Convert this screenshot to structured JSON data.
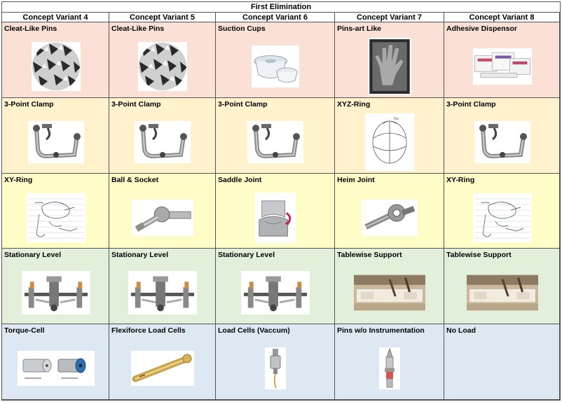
{
  "title": "First Elimination",
  "columns": [
    "Concept Variant 4",
    "Concept Variant 5",
    "Concept Variant 6",
    "Concept Variant 7",
    "Concept Variant 8"
  ],
  "row_colors": [
    "#fbe0d6",
    "#fff2cc",
    "#fefdc8",
    "#e2efda",
    "#dde8f3"
  ],
  "rows": [
    [
      "Cleat-Like Pins",
      "Cleat-Like Pins",
      "Suction Cups",
      "Pins-art Like",
      "Adhesive Dispensor"
    ],
    [
      "3-Point Clamp",
      "3-Point Clamp",
      "3-Point Clamp",
      "XYZ-Ring",
      "3-Point Clamp"
    ],
    [
      "XY-Ring",
      "Ball & Socket",
      "Saddle Joint",
      "Heim Joint",
      "XY-Ring"
    ],
    [
      "Stationary Level",
      "Stationary Level",
      "Stationary Level",
      "Tablewise Support",
      "Tablewise Support"
    ],
    [
      "Torque-Cell",
      "Flexiforce Load Cells",
      "Load Cells (Vaccum)",
      "Pins w/o Instrumentation",
      "No Load"
    ]
  ],
  "images": [
    [
      "cleat-pins-icon",
      "cleat-pins-icon",
      "suction-cups-icon",
      "pin-art-icon",
      "adhesive-dispenser-icon"
    ],
    [
      "clamp-icon",
      "clamp-icon",
      "clamp-icon",
      "xyz-ring-sketch-icon",
      "clamp-icon"
    ],
    [
      "xy-ring-sketch-icon",
      "ball-socket-icon",
      "saddle-joint-icon",
      "heim-joint-icon",
      "xy-ring-sketch-icon"
    ],
    [
      "stationary-level-icon",
      "stationary-level-icon",
      "stationary-level-icon",
      "tablewise-support-icon",
      "tablewise-support-icon"
    ],
    [
      "torque-cell-icon",
      "flexiforce-load-cell-icon",
      "load-cell-vacuum-icon",
      "pin-icon",
      ""
    ]
  ]
}
